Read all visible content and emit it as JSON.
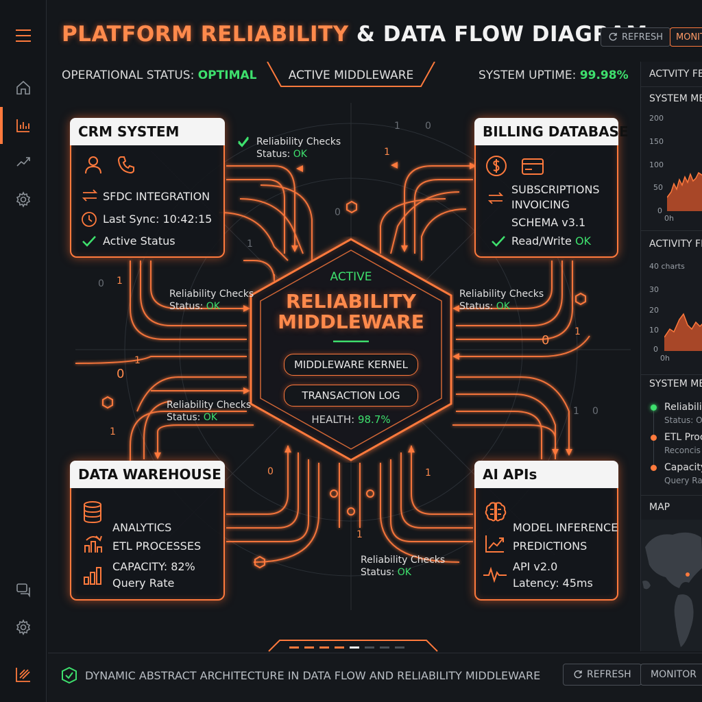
{
  "header": {
    "title_accent": "PLATFORM RELIABILITY",
    "title_rest": "& DATA FLOW DIAGRAM",
    "refresh_label": "REFRESH",
    "monitor_label": "MONITOR"
  },
  "status": {
    "operational_label": "OPERATIONAL STATUS:",
    "operational_value": "OPTIMAL",
    "middleware_tab": "ACTIVE MIDDLEWARE",
    "uptime_label": "SYSTEM UPTIME:",
    "uptime_value": "99.98%"
  },
  "crm": {
    "title": "CRM SYSTEM",
    "integration": "SFDC INTEGRATION",
    "last_sync": "Last Sync: 10:42:15",
    "status": "Active Status"
  },
  "billing": {
    "title": "BILLING DATABASE",
    "line1": "SUBSCRIPTIONS",
    "line2": "INVOICING",
    "schema": "SCHEMA v3.1",
    "rw_label": "Read/Write",
    "rw_value": "OK"
  },
  "warehouse": {
    "title": "DATA WAREHOUSE",
    "line1": "ANALYTICS",
    "line2": "ETL PROCESSES",
    "capacity": "CAPACITY: 82%",
    "query_rate": "Query Rate"
  },
  "ai": {
    "title": "AI APIs",
    "line1": "MODEL INFERENCE",
    "line2": "PREDICTIONS",
    "api": "API v2.0",
    "latency": "Latency: 45ms"
  },
  "checks": {
    "label": "Reliability Checks",
    "status_label": "Status:",
    "status_value": "OK"
  },
  "center": {
    "active": "ACTIVE",
    "title_line1": "RELIABILITY",
    "title_line2": "MIDDLEWARE",
    "kernel": "MIDDLEWARE KERNEL",
    "log": "TRANSACTION LOG",
    "health_label": "HEALTH:",
    "health_value": "98.7%"
  },
  "right_panel": {
    "activity_feed_title": "ACTVITY FE",
    "system_metrics_title": "SYSTEM ME",
    "chart1_ticks": [
      "200",
      "150",
      "100",
      "50",
      "0"
    ],
    "chart1_xlabel": "0h",
    "activity_feed_title2": "ACTIVITY FE",
    "chart2_caption": "40 charts",
    "chart2_ticks": [
      "30",
      "20",
      "10",
      "0"
    ],
    "chart2_xlabel": "0h",
    "system_metrics_title2": "SYSTEM ME",
    "items": [
      {
        "label": "Reliabili",
        "sub": "Status: O",
        "color": "#3ee06d"
      },
      {
        "label": "ETL Proc",
        "sub": "Reconcis",
        "color": "#ff7a3d"
      },
      {
        "label": "Capacity",
        "sub": "Query Rat",
        "color": "#ff7a3d"
      }
    ],
    "map_title": "MAP"
  },
  "footer": {
    "text": "DYNAMIC ABSTRACT ARCHITECTURE IN DATA FLOW AND RELIABILITY MIDDLEWARE",
    "refresh_label": "REFRESH",
    "monitor_label": "MONITOR"
  },
  "binary": {
    "one": "1",
    "zero": "0"
  },
  "colors": {
    "accent": "#ff7a3d",
    "ok": "#3ee06d",
    "bg": "#14171b"
  }
}
